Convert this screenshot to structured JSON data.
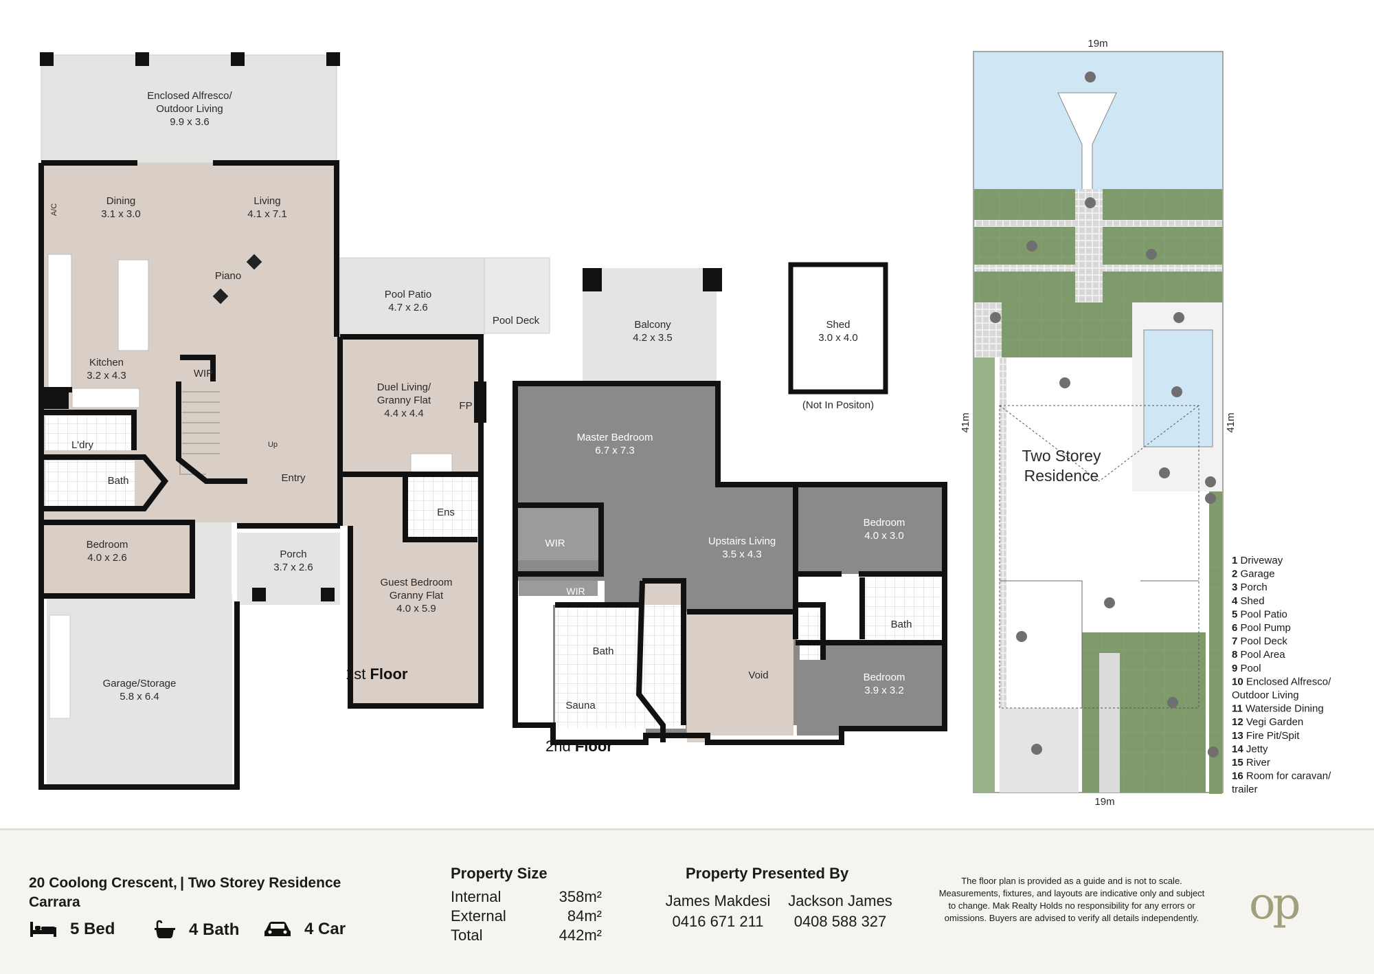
{
  "plan": {
    "floor1": {
      "title_num": "1st",
      "title_word": "Floor",
      "rooms": {
        "alfresco": "Enclosed Alfresco/",
        "alfresco2": "Outdoor Living",
        "alfresco_dim": "9.9 x 3.6",
        "dining": "Dining",
        "dining_dim": "3.1 x 3.0",
        "living": "Living",
        "living_dim": "4.1 x 7.1",
        "ac": "A/C",
        "piano": "Piano",
        "kitchen": "Kitchen",
        "kitchen_dim": "3.2 x 4.3",
        "wip": "WIP",
        "ldry": "L'dry",
        "bath": "Bath",
        "up": "Up",
        "entry": "Entry",
        "bedroom": "Bedroom",
        "bedroom_dim": "4.0 x 2.6",
        "porch": "Porch",
        "porch_dim": "3.7 x 2.6",
        "garage": "Garage/Storage",
        "garage_dim": "5.8 x 6.4",
        "pool_patio": "Pool Patio",
        "pool_patio_dim": "4.7 x 2.6",
        "pool_deck": "Pool Deck",
        "duel": "Duel Living/",
        "duel2": "Granny Flat",
        "duel_dim": "4.4 x 4.4",
        "fp": "FP",
        "ens": "Ens",
        "guest": "Guest Bedroom",
        "guest2": "Granny Flat",
        "guest_dim": "4.0 x 5.9"
      }
    },
    "floor2": {
      "title_num": "2nd",
      "title_word": "Floor",
      "rooms": {
        "balcony": "Balcony",
        "balcony_dim": "4.2 x 3.5",
        "master": "Master Bedroom",
        "master_dim": "6.7 x 7.3",
        "wir": "WIR",
        "wir2": "WIR",
        "upliving": "Upstairs Living",
        "upliving_dim": "3.5 x 4.3",
        "bed1": "Bedroom",
        "bed1_dim": "4.0 x 3.0",
        "bath": "Bath",
        "bath2": "Bath",
        "sauna": "Sauna",
        "void": "Void",
        "bed2": "Bedroom",
        "bed2_dim": "3.9 x 3.2"
      }
    },
    "shed": {
      "name": "Shed",
      "dim": "3.0 x 4.0",
      "note": "(Not In Positon)"
    },
    "site": {
      "width_top": "19m",
      "width_bottom": "19m",
      "depth_left": "41m",
      "depth_right": "41m",
      "house_label_1": "Two Storey",
      "house_label_2": "Residence",
      "legend": [
        {
          "num": "1",
          "text": "Driveway"
        },
        {
          "num": "2",
          "text": "Garage"
        },
        {
          "num": "3",
          "text": "Porch"
        },
        {
          "num": "4",
          "text": "Shed"
        },
        {
          "num": "5",
          "text": "Pool Patio"
        },
        {
          "num": "6",
          "text": "Pool Pump"
        },
        {
          "num": "7",
          "text": "Pool Deck"
        },
        {
          "num": "8",
          "text": "Pool Area"
        },
        {
          "num": "9",
          "text": "Pool"
        },
        {
          "num": "10",
          "text": "Enclosed Alfresco/"
        },
        {
          "num": "",
          "text": " Outdoor Living"
        },
        {
          "num": "11",
          "text": "Waterside Dining"
        },
        {
          "num": "12",
          "text": "Vegi Garden"
        },
        {
          "num": "13",
          "text": "Fire Pit/Spit"
        },
        {
          "num": "14",
          "text": "Jetty"
        },
        {
          "num": "15",
          "text": "River"
        },
        {
          "num": "16",
          "text": "Room for caravan/"
        },
        {
          "num": "",
          "text": "trailer"
        }
      ]
    }
  },
  "footer": {
    "address_line1": "20 Coolong Crescent, | Two Storey Residence",
    "address_line2": "Carrara",
    "beds": "5 Bed",
    "baths": "4 Bath",
    "cars": "4 Car",
    "size_title": "Property Size",
    "size_rows": [
      {
        "label": "Internal",
        "value": "358m²"
      },
      {
        "label": "External",
        "value": "84m²"
      },
      {
        "label": "Total",
        "value": "442m²"
      }
    ],
    "presented_title": "Property Presented By",
    "agents": [
      {
        "name": "James Makdesi",
        "phone": "0416 671 211"
      },
      {
        "name": "Jackson James",
        "phone": "0408 588 327"
      }
    ],
    "disclaimer": "The floor plan is provided as a guide and is not to scale. Measurements, fixtures, and layouts are indicative only and subject to change. Mak Realty Holds no responsibility for any errors or omissions. Buyers are advised to verify all details independently.",
    "logo": "op",
    "colors": {
      "logo": "#9ea17c",
      "footer_bg": "#f5f4ee",
      "wall": "#111111",
      "floor_beige": "#d9cfc6",
      "floor_grey": "#8a8a8a",
      "pool_blue": "#cfe6f5",
      "lawn": "#7d9a6a"
    }
  }
}
